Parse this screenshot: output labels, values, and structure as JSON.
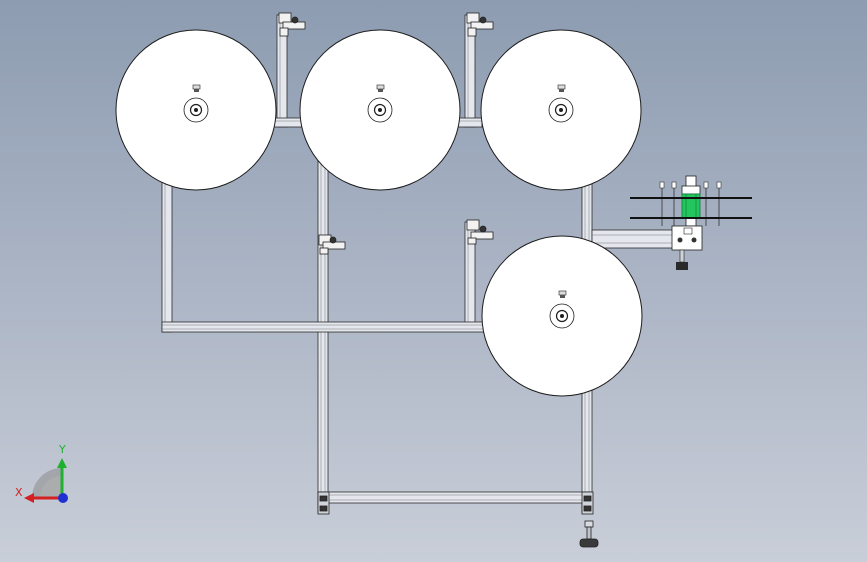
{
  "viewport": {
    "background_top": "#8d9cb1",
    "background_bottom": "#c9ced8"
  },
  "model": {
    "reel_count": 4,
    "reels": [
      {
        "name": "reel-top-left"
      },
      {
        "name": "reel-top-middle"
      },
      {
        "name": "reel-top-right"
      },
      {
        "name": "reel-lower-right"
      }
    ],
    "frame_color": "#dfe3ea",
    "outline_color": "#2a2a2a",
    "highlight_color": "#22c55e"
  },
  "triad": {
    "x_label": "X",
    "y_label": "Y",
    "x_color": "#d42020",
    "y_color": "#20b030",
    "z_color": "#2030d0"
  }
}
